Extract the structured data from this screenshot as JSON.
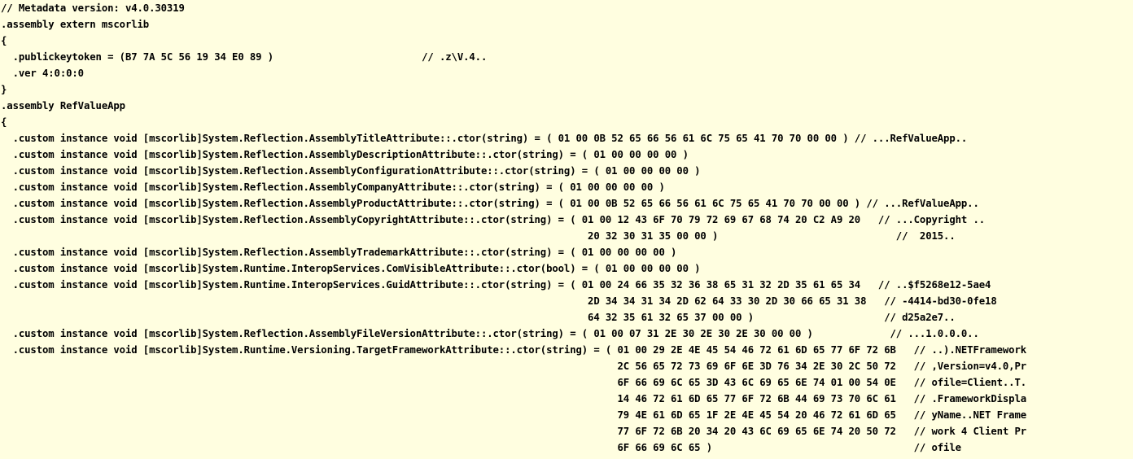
{
  "viewer": {
    "background": "#fffee0",
    "text_color": "#000000",
    "lines": [
      "// Metadata version: v4.0.30319",
      ".assembly extern mscorlib",
      "{",
      "  .publickeytoken = (B7 7A 5C 56 19 34 E0 89 )                         // .z\\V.4..",
      "  .ver 4:0:0:0",
      "}",
      ".assembly RefValueApp",
      "{",
      "  .custom instance void [mscorlib]System.Reflection.AssemblyTitleAttribute::.ctor(string) = ( 01 00 0B 52 65 66 56 61 6C 75 65 41 70 70 00 00 ) // ...RefValueApp..",
      "  .custom instance void [mscorlib]System.Reflection.AssemblyDescriptionAttribute::.ctor(string) = ( 01 00 00 00 00 )",
      "  .custom instance void [mscorlib]System.Reflection.AssemblyConfigurationAttribute::.ctor(string) = ( 01 00 00 00 00 )",
      "  .custom instance void [mscorlib]System.Reflection.AssemblyCompanyAttribute::.ctor(string) = ( 01 00 00 00 00 )",
      "  .custom instance void [mscorlib]System.Reflection.AssemblyProductAttribute::.ctor(string) = ( 01 00 0B 52 65 66 56 61 6C 75 65 41 70 70 00 00 ) // ...RefValueApp..",
      "  .custom instance void [mscorlib]System.Reflection.AssemblyCopyrightAttribute::.ctor(string) = ( 01 00 12 43 6F 70 79 72 69 67 68 74 20 C2 A9 20   // ...Copyright ..",
      "                                                                                                   20 32 30 31 35 00 00 )                              //  2015..",
      "  .custom instance void [mscorlib]System.Reflection.AssemblyTrademarkAttribute::.ctor(string) = ( 01 00 00 00 00 )",
      "  .custom instance void [mscorlib]System.Runtime.InteropServices.ComVisibleAttribute::.ctor(bool) = ( 01 00 00 00 00 )",
      "  .custom instance void [mscorlib]System.Runtime.InteropServices.GuidAttribute::.ctor(string) = ( 01 00 24 66 35 32 36 38 65 31 32 2D 35 61 65 34   // ..$f5268e12-5ae4",
      "                                                                                                   2D 34 34 31 34 2D 62 64 33 30 2D 30 66 65 31 38   // -4414-bd30-0fe18",
      "                                                                                                   64 32 35 61 32 65 37 00 00 )                      // d25a2e7..",
      "  .custom instance void [mscorlib]System.Reflection.AssemblyFileVersionAttribute::.ctor(string) = ( 01 00 07 31 2E 30 2E 30 2E 30 00 00 )             // ...1.0.0.0..",
      "  .custom instance void [mscorlib]System.Runtime.Versioning.TargetFrameworkAttribute::.ctor(string) = ( 01 00 29 2E 4E 45 54 46 72 61 6D 65 77 6F 72 6B   // ..).NETFramework",
      "                                                                                                        2C 56 65 72 73 69 6F 6E 3D 76 34 2E 30 2C 50 72   // ,Version=v4.0,Pr",
      "                                                                                                        6F 66 69 6C 65 3D 43 6C 69 65 6E 74 01 00 54 0E   // ofile=Client..T.",
      "                                                                                                        14 46 72 61 6D 65 77 6F 72 6B 44 69 73 70 6C 61   // .FrameworkDispla",
      "                                                                                                        79 4E 61 6D 65 1F 2E 4E 45 54 20 46 72 61 6D 65   // yName..NET Frame",
      "                                                                                                        77 6F 72 6B 20 34 20 43 6C 69 65 6E 74 20 50 72   // work 4 Client Pr",
      "                                                                                                        6F 66 69 6C 65 )                                  // ofile"
    ]
  }
}
